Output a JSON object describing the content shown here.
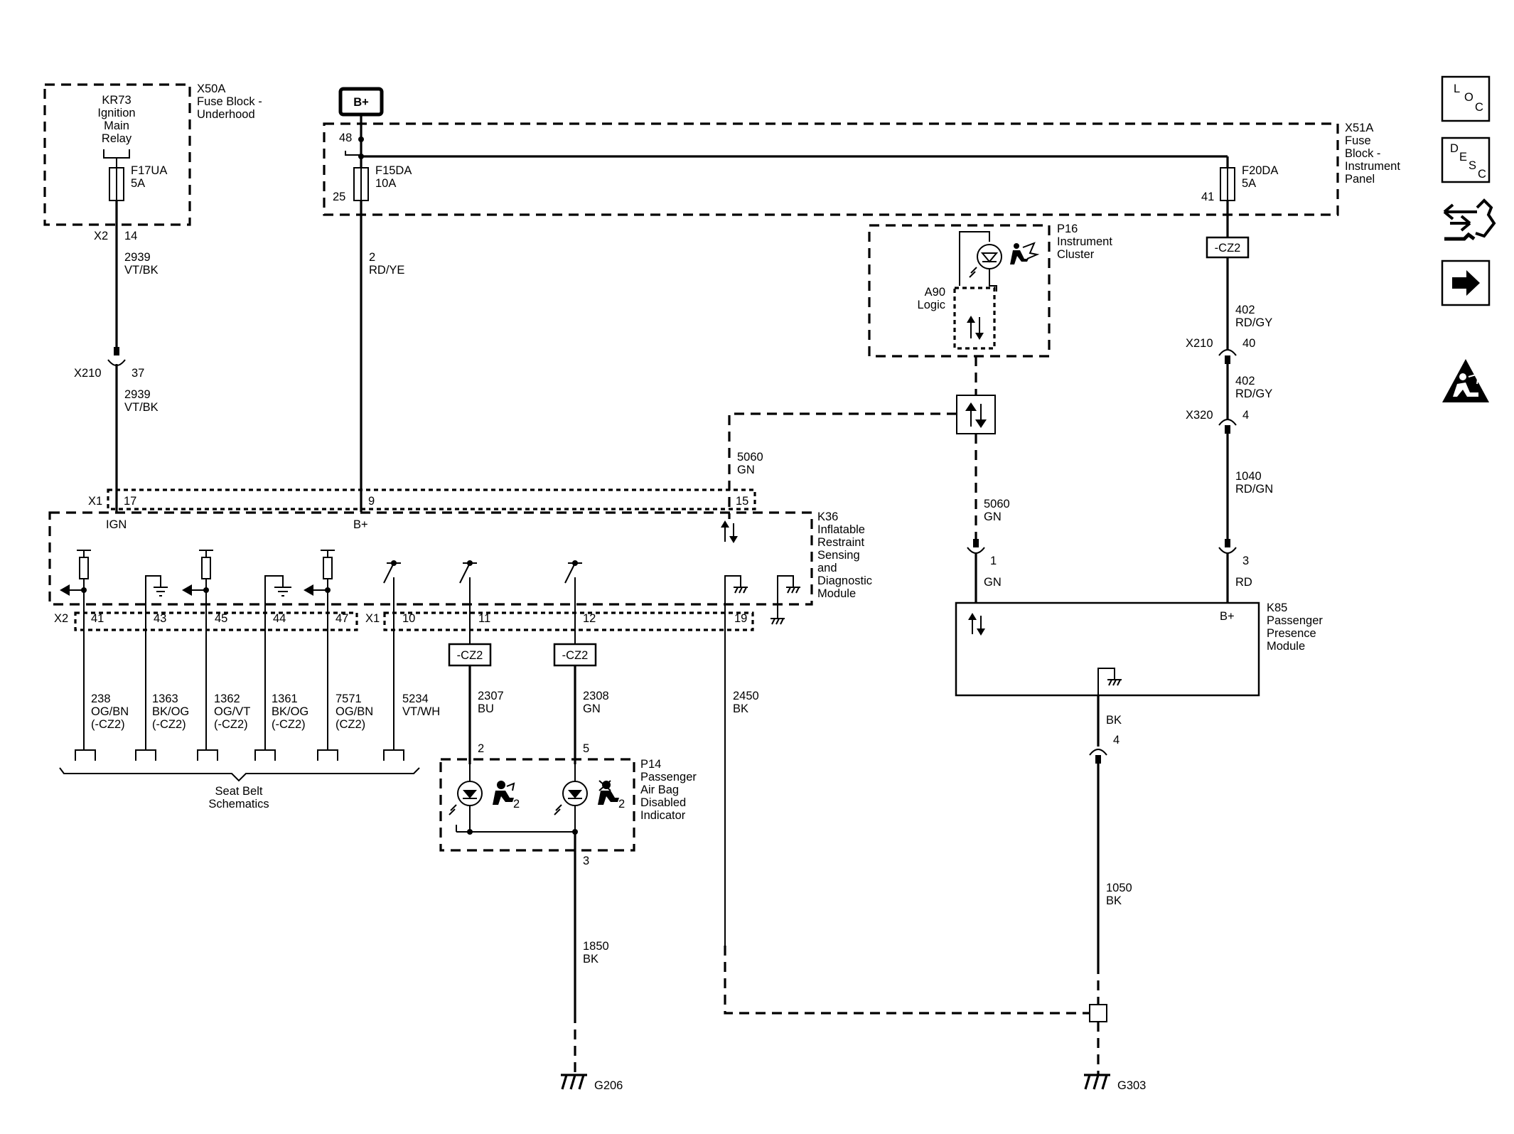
{
  "modules": {
    "x50a": {
      "id": "X50A",
      "name": [
        "Fuse Block -",
        "Underhood"
      ]
    },
    "kr73": {
      "id": "KR73",
      "name": [
        "Ignition",
        "Main",
        "Relay"
      ]
    },
    "f17ua": {
      "id": "F17UA",
      "rating": "5A"
    },
    "battery": "B+",
    "x51a": {
      "id": "X51A",
      "name": [
        "Fuse",
        "Block -",
        "Instrument",
        "Panel"
      ]
    },
    "f15da": {
      "id": "F15DA",
      "rating": "10A"
    },
    "f20da": {
      "id": "F20DA",
      "rating": "5A"
    },
    "p16": {
      "id": "P16",
      "name": [
        "Instrument",
        "Cluster"
      ]
    },
    "a90": {
      "id": "A90",
      "name": "Logic"
    },
    "k36": {
      "id": "K36",
      "name": [
        "Inflatable",
        "Restraint",
        "Sensing",
        "and",
        "Diagnostic",
        "Module"
      ]
    },
    "k85": {
      "id": "K85",
      "name": [
        "Passenger",
        "Presence",
        "Module"
      ]
    },
    "p14": {
      "id": "P14",
      "name": [
        "Passenger",
        "Air Bag",
        "Disabled",
        "Indicator"
      ]
    }
  },
  "pins": {
    "x50a_x2": "X2",
    "x50a_14": "14",
    "x51a_48": "48",
    "x51a_25": "25",
    "x51a_41": "41",
    "k36_x1": "X1",
    "k36_17": "17",
    "k36_9": "9",
    "k36_15": "15",
    "k36_ign": "IGN",
    "k36_bplus": "B+",
    "k36_x2": "X2",
    "k36_41": "41",
    "k36_43": "43",
    "k36_45": "45",
    "k36_44": "44",
    "k36_47": "47",
    "k36_x1b": "X1",
    "k36_10": "10",
    "k36_11": "11",
    "k36_12": "12",
    "k36_19": "19",
    "p14_2": "2",
    "p14_5": "5",
    "p14_3": "3",
    "k85_1": "1",
    "k85_3": "3",
    "k85_4": "4",
    "k85_bplus": "B+",
    "p14_sub_a": "2",
    "p14_sub_b": "2"
  },
  "connectors": {
    "x210_a": {
      "id": "X210",
      "pin": "37"
    },
    "x210_b": {
      "id": "X210",
      "pin": "40"
    },
    "x320": {
      "id": "X320",
      "pin": "4"
    }
  },
  "wires": {
    "w2939a": {
      "circuit": "2939",
      "color": "VT/BK"
    },
    "w2939b": {
      "circuit": "2939",
      "color": "VT/BK"
    },
    "w2": {
      "circuit": "2",
      "color": "RD/YE"
    },
    "w402a": {
      "circuit": "402",
      "color": "RD/GY"
    },
    "w402b": {
      "circuit": "402",
      "color": "RD/GY"
    },
    "w1040": {
      "circuit": "1040",
      "color": "RD/GN"
    },
    "w5060a": {
      "circuit": "5060",
      "color": "GN"
    },
    "w5060b": {
      "circuit": "5060",
      "color": "GN"
    },
    "k85_in1": "GN",
    "k85_in3": "RD",
    "k85_out": "BK",
    "w1050": {
      "circuit": "1050",
      "color": "BK"
    },
    "w2450": {
      "circuit": "2450",
      "color": "BK"
    },
    "w1850": {
      "circuit": "1850",
      "color": "BK"
    },
    "w2307": {
      "circuit": "2307",
      "color": "BU"
    },
    "w2308": {
      "circuit": "2308",
      "color": "GN"
    },
    "seatbelt": [
      {
        "circuit": "238",
        "color": "OG/BN",
        "option": "(-CZ2)"
      },
      {
        "circuit": "1363",
        "color": "BK/OG",
        "option": "(-CZ2)"
      },
      {
        "circuit": "1362",
        "color": "OG/VT",
        "option": "(-CZ2)"
      },
      {
        "circuit": "1361",
        "color": "BK/OG",
        "option": "(-CZ2)"
      },
      {
        "circuit": "7571",
        "color": "OG/BN",
        "option": "(CZ2)"
      },
      {
        "circuit": "5234",
        "color": "VT/WH",
        "option": ""
      }
    ]
  },
  "option_tags": {
    "cz2_right": "-CZ2",
    "cz2_11": "-CZ2",
    "cz2_12": "-CZ2"
  },
  "seatbelt_ref": [
    "Seat Belt",
    "Schematics"
  ],
  "grounds": {
    "g206": "G206",
    "g303": "G303"
  },
  "nav": {
    "loc": [
      "L",
      "O",
      "C"
    ],
    "desc": [
      "D",
      "E",
      "S",
      "C"
    ]
  },
  "icons": [
    "locator-icon",
    "description-icon",
    "connector-repair-icon",
    "next-page-arrow-icon",
    "airbag-warning-icon"
  ]
}
